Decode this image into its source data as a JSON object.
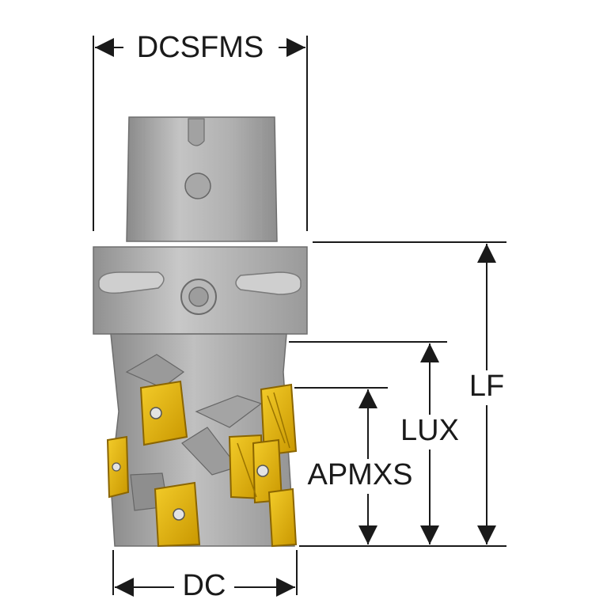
{
  "dimensions": {
    "dcsfms": "DCSFMS",
    "lf": "LF",
    "lux": "LUX",
    "apmxs": "APMXS",
    "dc": "DC"
  },
  "colors": {
    "body": "#a9a9a9",
    "body_shade": "#7d7d7d",
    "body_light": "#cfcfcf",
    "insert": "#e0b100",
    "insert_shade": "#9a7400",
    "line": "#1a1a1a"
  }
}
